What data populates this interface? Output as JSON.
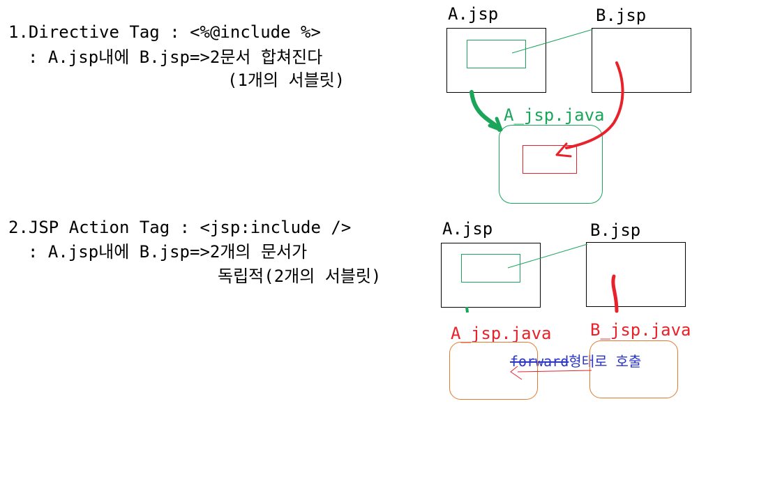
{
  "section1": {
    "heading": "1.Directive Tag : <%@include %>",
    "line2": ": A.jsp내에 B.jsp=>2문서 합쳐진다",
    "line3": "(1개의 서블릿)",
    "a_label": "A.jsp",
    "b_label": "B.jsp",
    "java_label": "A_jsp.java"
  },
  "section2": {
    "heading": "2.JSP Action Tag : <jsp:include />",
    "line2": ": A.jsp내에 B.jsp=>2개의 문서가",
    "line3": "독립적(2개의 서블릿)",
    "a_label": "A.jsp",
    "b_label": "B.jsp",
    "a_java_label": "A_jsp.java",
    "b_java_label": "B_jsp.java",
    "forward_struck": "forward",
    "forward_rest": "형태로 호출"
  },
  "colors": {
    "green": "#1aa55a",
    "red": "#e8222a",
    "orange": "#e07a2e",
    "blue": "#2a35c8"
  }
}
